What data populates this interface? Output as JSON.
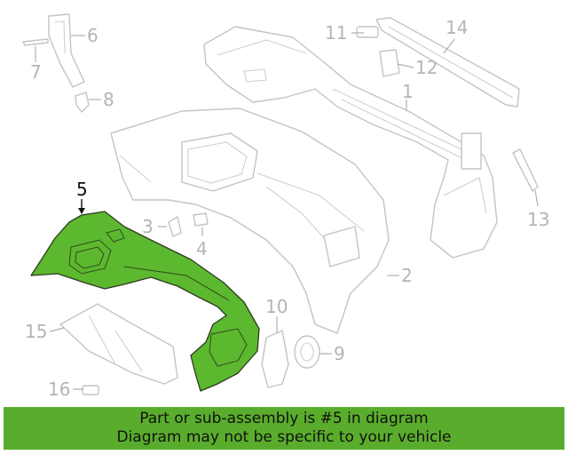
{
  "diagram": {
    "highlight_color": "#5aad2c",
    "callouts": [
      {
        "id": "1",
        "label": "1"
      },
      {
        "id": "2",
        "label": "2"
      },
      {
        "id": "3",
        "label": "3"
      },
      {
        "id": "4",
        "label": "4"
      },
      {
        "id": "5",
        "label": "5",
        "highlighted": true
      },
      {
        "id": "6",
        "label": "6"
      },
      {
        "id": "7",
        "label": "7"
      },
      {
        "id": "8",
        "label": "8"
      },
      {
        "id": "9",
        "label": "9"
      },
      {
        "id": "10",
        "label": "10"
      },
      {
        "id": "11",
        "label": "11"
      },
      {
        "id": "12",
        "label": "12"
      },
      {
        "id": "13",
        "label": "13"
      },
      {
        "id": "14",
        "label": "14"
      },
      {
        "id": "15",
        "label": "15"
      },
      {
        "id": "16",
        "label": "16"
      }
    ]
  },
  "banner": {
    "line1": "Part or sub-assembly is #5 in diagram",
    "line2": "Diagram may not be specific to your vehicle"
  }
}
